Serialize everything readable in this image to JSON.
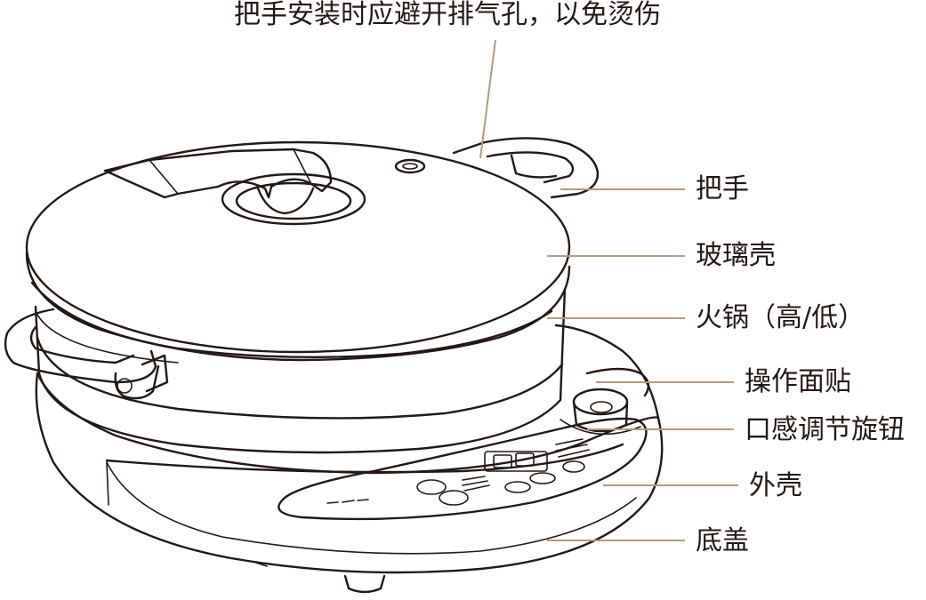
{
  "diagram": {
    "colors": {
      "line": "#231815",
      "leader": "#b19a80",
      "background": "#ffffff"
    },
    "top_note": "把手安装时应避开排气孔，以免烫伤",
    "callouts": [
      {
        "id": "handle",
        "text": "把手"
      },
      {
        "id": "glass-lid",
        "text": "玻璃壳"
      },
      {
        "id": "hotpot",
        "text": "火锅（高/低）"
      },
      {
        "id": "control-panel",
        "text": "操作面贴"
      },
      {
        "id": "knob",
        "text": "口感调节旋钮"
      },
      {
        "id": "outer-shell",
        "text": "外壳"
      },
      {
        "id": "bottom-cover",
        "text": "底盖"
      }
    ]
  }
}
